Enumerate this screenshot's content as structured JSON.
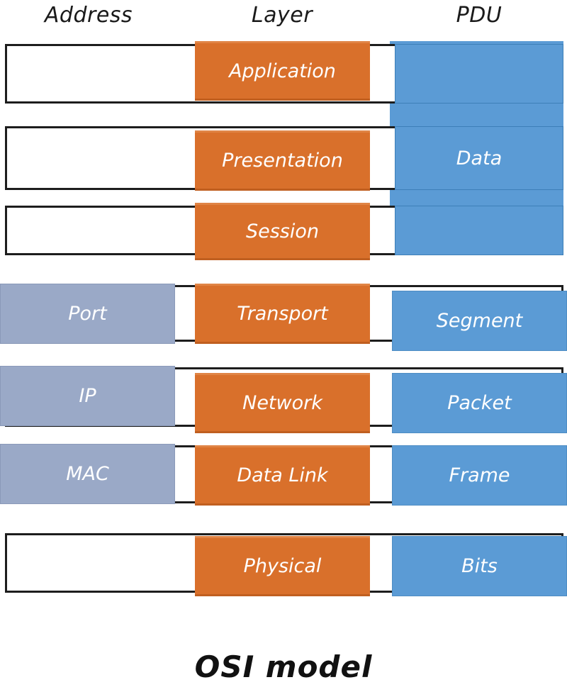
{
  "diagram": {
    "title": "OSI model",
    "headers": {
      "address": "Address",
      "layer": "Layer",
      "pdu": "PDU"
    },
    "colors": {
      "layer_orange": "#D9702B",
      "pdu_blue": "#5B9BD5",
      "address_gray": "#9AA9C7",
      "row_outline": "#1D1D1D",
      "text_on_color": "#FFFFFF",
      "header_text": "#1A1A1A"
    },
    "rows": [
      {
        "layer": "Application",
        "address": "",
        "pdu": ""
      },
      {
        "layer": "Presentation",
        "address": "",
        "pdu": ""
      },
      {
        "layer": "Session",
        "address": "",
        "pdu": ""
      },
      {
        "layer": "Transport",
        "address": "Port",
        "pdu": "Segment"
      },
      {
        "layer": "Network",
        "address": "IP",
        "pdu": "Packet"
      },
      {
        "layer": "Data Link",
        "address": "MAC",
        "pdu": "Frame"
      },
      {
        "layer": "Physical",
        "address": "",
        "pdu": "Bits"
      }
    ],
    "pdu_groups": [
      {
        "label": "Data",
        "spans_rows": [
          0,
          1,
          2
        ]
      },
      {
        "label": "Segment",
        "spans_rows": [
          3
        ]
      },
      {
        "label": "Packet",
        "spans_rows": [
          4
        ]
      },
      {
        "label": "Frame",
        "spans_rows": [
          5
        ]
      },
      {
        "label": "Bits",
        "spans_rows": [
          6
        ]
      }
    ]
  }
}
